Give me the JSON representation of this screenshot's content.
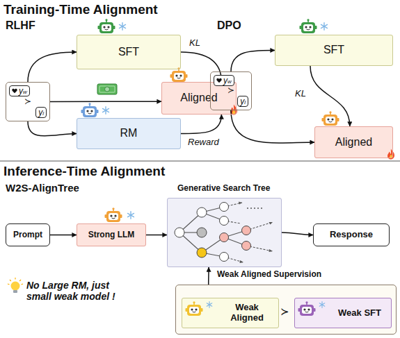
{
  "diagram": {
    "nodes": [
      {
        "text": [
          "y",
          "w",
          "≻",
          "y",
          "l"
        ]
      },
      {
        "text": [
          "SFT"
        ]
      },
      {
        "text": [
          "Aligned"
        ]
      },
      {
        "text": [
          "RM"
        ]
      },
      {
        "text": [
          "y",
          "w",
          "≻",
          "y",
          "l"
        ]
      },
      {
        "text": [
          "SFT"
        ]
      },
      {
        "text": [
          "Aligned"
        ]
      },
      {
        "text": [
          "Prompt"
        ]
      },
      {
        "text": [
          "Strong LLM"
        ]
      },
      {
        "text": [
          "Generative Search Tree"
        ]
      },
      {
        "text": [
          "Response"
        ]
      },
      {
        "text": []
      },
      {
        "text": [
          "Weak Aligned"
        ],
        "in": 11
      },
      {
        "text": [
          "Weak SFT"
        ],
        "in": 11
      }
    ],
    "edges": [
      {
        "from": 0,
        "to": 1,
        "arrow": "to"
      },
      {
        "from": 0,
        "to": 2,
        "arrow": "to"
      },
      {
        "from": 0,
        "to": 3,
        "arrow": "to"
      },
      {
        "from": 1,
        "to": 2,
        "label": "KL",
        "arrow": "to"
      },
      {
        "from": 3,
        "to": 2,
        "label": "Reward",
        "arrow": "to"
      },
      {
        "from": 4,
        "to": 5,
        "arrow": "to"
      },
      {
        "from": 4,
        "to": 6,
        "arrow": "to"
      },
      {
        "from": 5,
        "to": 6,
        "label": "KL",
        "arrow": "to"
      },
      {
        "from": 7,
        "to": 8,
        "arrow": "to"
      },
      {
        "from": 8,
        "to": 9,
        "arrow": "to"
      },
      {
        "from": 9,
        "to": 10,
        "arrow": "to"
      },
      {
        "from": 11,
        "to": 9,
        "label": "Weak Aligned Supervision",
        "arrow": "to"
      }
    ],
    "labels": [
      "Training-Time Alignment",
      "RLHF",
      "DPO",
      "Inference-Time Alignment",
      "W2S-AlignTree",
      "≻",
      "No Large RM, just small weak model !"
    ]
  }
}
